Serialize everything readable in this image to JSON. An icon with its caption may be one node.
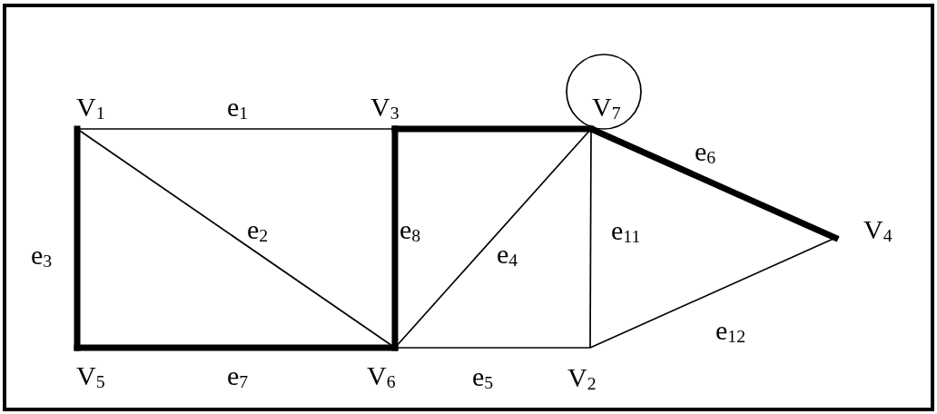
{
  "diagram": {
    "nodes": [
      {
        "text": [
          "V$_{1}$"
        ]
      },
      {
        "text": [
          "V$_{3}$"
        ]
      },
      {
        "text": [
          "V$_{7}$"
        ]
      },
      {
        "text": [
          "V$_{4}$"
        ]
      },
      {
        "text": [
          "V$_{5}$"
        ]
      },
      {
        "text": [
          "V$_{6}$"
        ]
      },
      {
        "text": [
          "V$_{2}$"
        ]
      }
    ],
    "edges": [
      {
        "from": 0,
        "to": 1,
        "arrow": "none",
        "label": "e$_{1}$"
      },
      {
        "from": 0,
        "to": 5,
        "arrow": "none",
        "label": "e$_{2}$"
      },
      {
        "from": 0,
        "to": 4,
        "arrow": "none",
        "label": "e$_{3}$",
        "style": "thick"
      },
      {
        "from": 5,
        "to": 2,
        "arrow": "none",
        "label": "e$_{4}$"
      },
      {
        "from": 5,
        "to": 6,
        "arrow": "none",
        "label": "e$_{5}$"
      },
      {
        "from": 2,
        "to": 3,
        "arrow": "none",
        "label": "e$_{6}$",
        "style": "thick"
      },
      {
        "from": 4,
        "to": 5,
        "arrow": "none",
        "label": "e$_{7}$",
        "style": "thick"
      },
      {
        "from": 1,
        "to": 5,
        "arrow": "none",
        "label": "e$_{8}$",
        "style": "thick"
      },
      {
        "from": 1,
        "to": 2,
        "arrow": "none",
        "style": "thick"
      },
      {
        "from": 2,
        "to": 2,
        "arrow": "none"
      },
      {
        "from": 2,
        "to": 6,
        "arrow": "none",
        "label": "e$_{11}$"
      },
      {
        "from": 6,
        "to": 3,
        "arrow": "none",
        "label": "e$_{12}$"
      }
    ]
  }
}
